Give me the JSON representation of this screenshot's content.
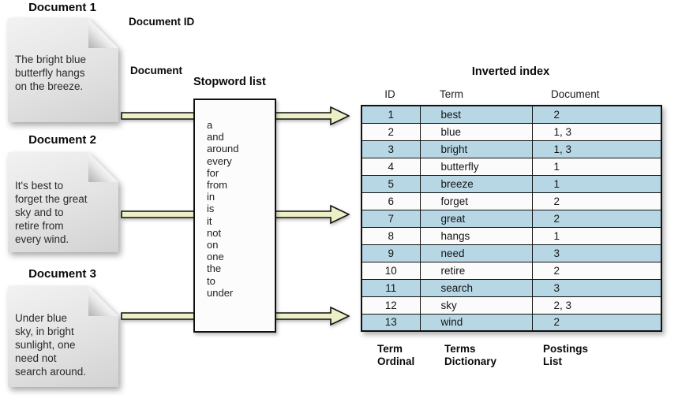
{
  "diagram": {
    "documents": [
      {
        "title": "Document 1",
        "text": "The bright blue\nbutterfly hangs\non the breeze."
      },
      {
        "title": "Document 2",
        "text": "It's best to\nforget the great\nsky and to\nretire from\nevery wind."
      },
      {
        "title": "Document 3",
        "text": "Under blue\nsky, in bright\nsunlight, one\nneed not\nsearch around."
      }
    ],
    "labels": {
      "document_id": "Document ID",
      "document": "Document"
    },
    "stopword_list": {
      "title": "Stopword list",
      "words": [
        "a",
        "and",
        "around",
        "every",
        "for",
        "from",
        "in",
        "is",
        "it",
        "not",
        "on",
        "one",
        "the",
        "to",
        "under"
      ]
    },
    "inverted_index": {
      "title": "Inverted index",
      "columns": [
        "ID",
        "Term",
        "Document"
      ],
      "rows": [
        {
          "id": "1",
          "term": "best",
          "document": "2"
        },
        {
          "id": "2",
          "term": "blue",
          "document": "1, 3"
        },
        {
          "id": "3",
          "term": "bright",
          "document": "1, 3"
        },
        {
          "id": "4",
          "term": "butterfly",
          "document": "1"
        },
        {
          "id": "5",
          "term": "breeze",
          "document": "1"
        },
        {
          "id": "6",
          "term": "forget",
          "document": "2"
        },
        {
          "id": "7",
          "term": "great",
          "document": "2"
        },
        {
          "id": "8",
          "term": "hangs",
          "document": "1"
        },
        {
          "id": "9",
          "term": "need",
          "document": "3"
        },
        {
          "id": "10",
          "term": "retire",
          "document": "2"
        },
        {
          "id": "11",
          "term": "search",
          "document": "3"
        },
        {
          "id": "12",
          "term": "sky",
          "document": "2, 3"
        },
        {
          "id": "13",
          "term": "wind",
          "document": "2"
        }
      ],
      "footnotes": [
        "Term\nOrdinal",
        "Terms\nDictionary",
        "Postings\nList"
      ]
    },
    "colors": {
      "row_blue": "#b7d7e5",
      "row_white": "#fbfbfb",
      "arrow_fill": "#edefc6",
      "page_gray": "#e2e2e2"
    }
  }
}
